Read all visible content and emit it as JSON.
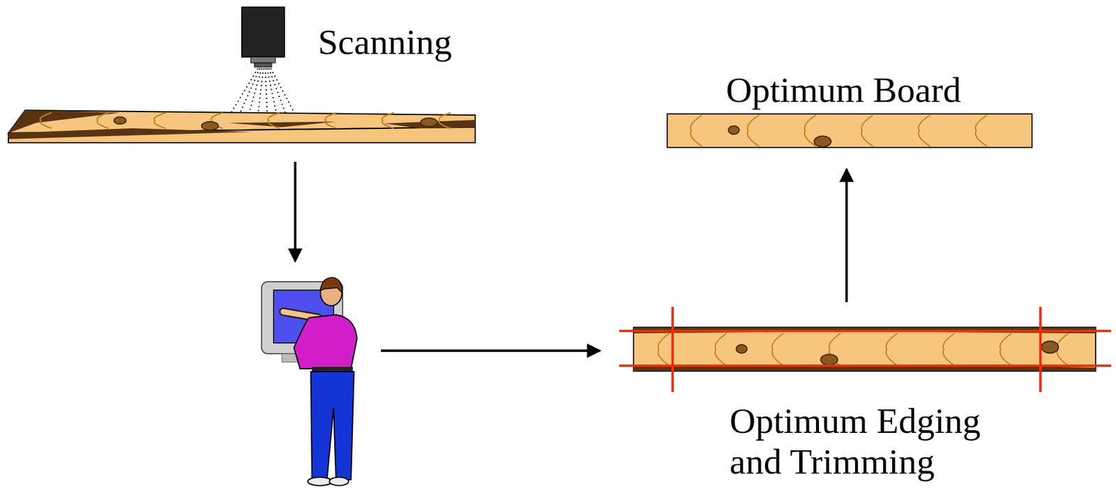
{
  "diagram": {
    "labels": [
      "Scanning",
      "Optimum Board",
      "Optimum Edging and Trimming"
    ]
  }
}
